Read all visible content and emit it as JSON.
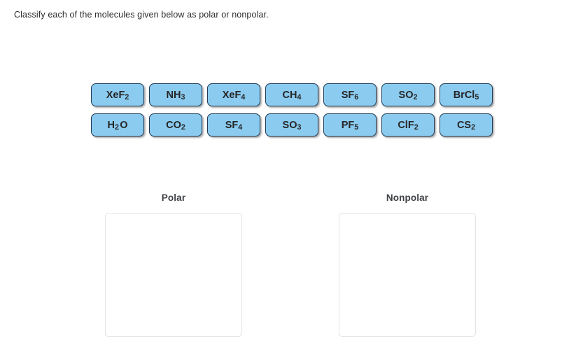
{
  "prompt": "Classify each of the molecules given below as polar or nonpolar.",
  "colors": {
    "chip_fill": "#8bcbf0",
    "chip_border": "#1f3a53",
    "chip_text": "#262626",
    "zone_border": "#e3e3e3",
    "label_text": "#3f4246",
    "prompt_text": "#2b2b2b",
    "page_background": "#ffffff"
  },
  "chip_bank": {
    "rows": [
      [
        {
          "label": "XeF2",
          "base": "XeF",
          "sub": "2"
        },
        {
          "label": "NH3",
          "base": "NH",
          "sub": "3"
        },
        {
          "label": "XeF4",
          "base": "XeF",
          "sub": "4"
        },
        {
          "label": "CH4",
          "base": "CH",
          "sub": "4"
        },
        {
          "label": "SF6",
          "base": "SF",
          "sub": "6"
        },
        {
          "label": "SO2",
          "base": "SO",
          "sub": "2"
        },
        {
          "label": "BrCl5",
          "base": "BrCl",
          "sub": "5"
        }
      ],
      [
        {
          "label": "H2O",
          "base": "H",
          "sub": "2",
          "tail": "O"
        },
        {
          "label": "CO2",
          "base": "CO",
          "sub": "2"
        },
        {
          "label": "SF4",
          "base": "SF",
          "sub": "4"
        },
        {
          "label": "SO3",
          "base": "SO",
          "sub": "3"
        },
        {
          "label": "PF5",
          "base": "PF",
          "sub": "5"
        },
        {
          "label": "ClF2",
          "base": "ClF",
          "sub": "2"
        },
        {
          "label": "CS2",
          "base": "CS",
          "sub": "2"
        }
      ]
    ]
  },
  "zones": [
    {
      "id": "polar",
      "label": "Polar",
      "items": []
    },
    {
      "id": "nonpolar",
      "label": "Nonpolar",
      "items": []
    }
  ]
}
